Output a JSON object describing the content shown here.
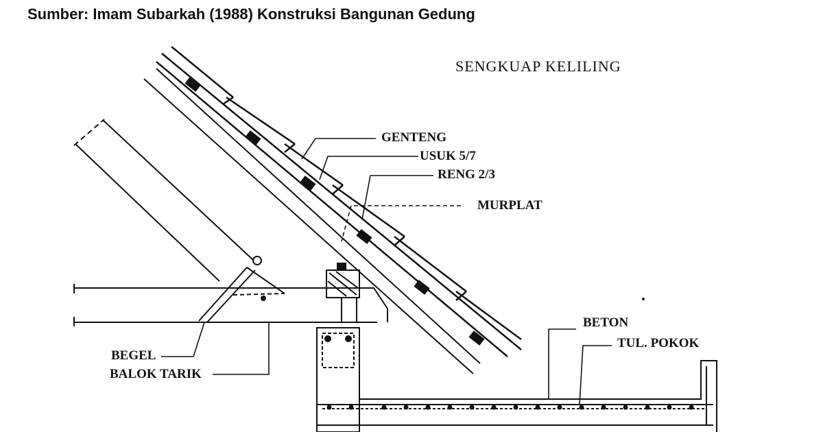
{
  "source": "Sumber: Imam Subarkah (1988) Konstruksi Bangunan Gedung",
  "title": "SENGKUAP KELILING",
  "labels": {
    "genteng": "GENTENG",
    "usuk": "USUK 5/7",
    "reng": "RENG 2/3",
    "murplat": "MURPLAT",
    "beton": "BETON",
    "tul_pokok": "TUL. POKOK",
    "begel": "BEGEL",
    "balok_tarik": "BALOK TARIK"
  }
}
